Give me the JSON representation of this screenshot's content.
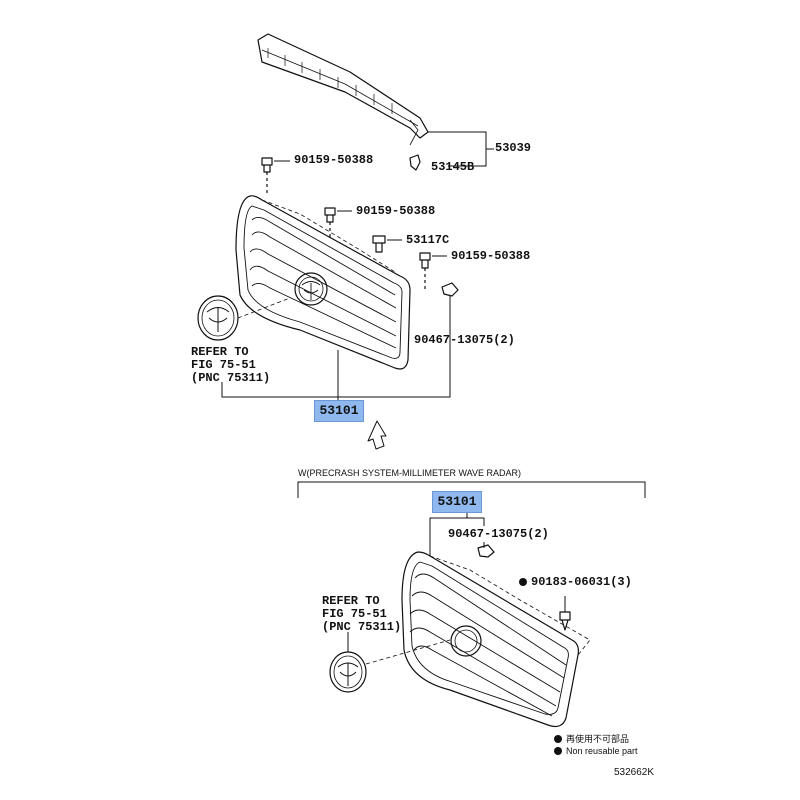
{
  "parts": {
    "molding_assembly": "53039",
    "clip_53145b": "53145B",
    "bolt_a": "90159-50388",
    "bolt_b": "90159-50388",
    "bolt_c": "90159-50388",
    "clip_53117c": "53117C",
    "nut_upper": "90467-13075(2)",
    "grille_upper": "53101",
    "grille_lower": "53101",
    "nut_lower": "90467-13075(2)",
    "clip_lower": "90183-06031(3)"
  },
  "refer_upper": [
    "REFER TO",
    "FIG 75-51",
    "(PNC 75311)"
  ],
  "refer_lower": [
    "REFER TO",
    "FIG 75-51",
    "(PNC 75311)"
  ],
  "variant_note": "W(PRECRASH SYSTEM-MILLIMETER WAVE RADAR)",
  "legend": {
    "jp": "再使用不可部品",
    "en": "Non reusable part"
  },
  "diagram_id": "532662K",
  "colors": {
    "highlight": "#8fb8ee",
    "line": "#111111"
  }
}
